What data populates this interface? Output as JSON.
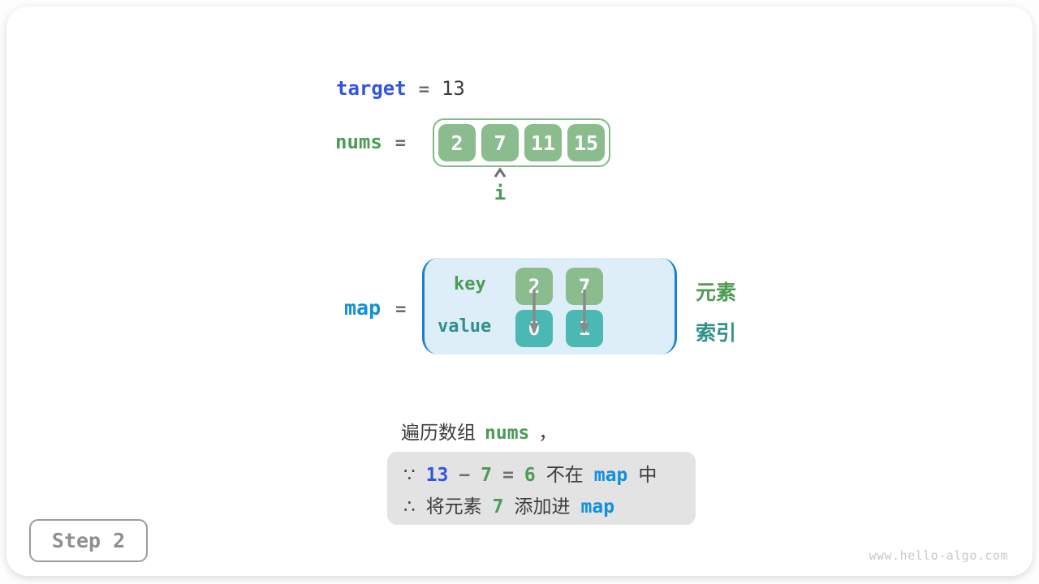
{
  "target_line": {
    "var": "target",
    "eq": "=",
    "value": "13"
  },
  "nums_line": {
    "var": "nums",
    "eq": "=",
    "cells": [
      "2",
      "7",
      "11",
      "15"
    ],
    "pointer_label": "i",
    "pointer_index": 1
  },
  "map_section": {
    "var": "map",
    "eq": "=",
    "key_label": "key",
    "value_label": "value",
    "entries": [
      {
        "key": "2",
        "value": "0"
      },
      {
        "key": "7",
        "value": "1"
      }
    ],
    "legend_element": "元素",
    "legend_index": "索引"
  },
  "caption": {
    "text_before": "遍历数组",
    "code": "nums",
    "text_after": "，"
  },
  "note_box": {
    "line1": {
      "because": "∵",
      "minuend": "13",
      "minus": "−",
      "subtrahend": "7",
      "eq": "=",
      "difference": "6",
      "text_mid": "不在",
      "code": "map",
      "text_end": "中"
    },
    "line2": {
      "therefore": "∴",
      "text_a": "将元素",
      "num": "7",
      "text_b": "添加进",
      "code": "map"
    }
  },
  "step_badge": {
    "label": "Step 2"
  },
  "watermark": {
    "text": "www.hello-algo.com"
  },
  "colors": {
    "royal_blue": "#3355dd",
    "bright_blue": "#1090e0",
    "green": "#4d9b55",
    "teal": "#2f908d",
    "cell_green": "#8abc8e",
    "cell_teal": "#4cb8b4",
    "bracket_blue": "#1b7fd0",
    "map_background": "#ddeef8",
    "note_background": "#e3e3e3",
    "dark_text": "#3d3d3d"
  }
}
